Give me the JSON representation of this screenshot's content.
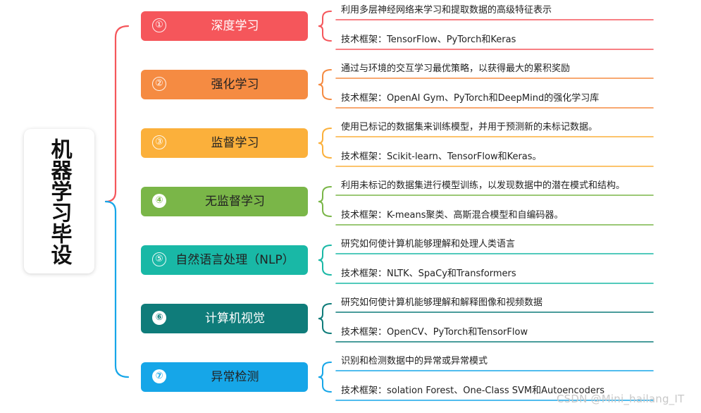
{
  "root": {
    "title": "机器学习毕设"
  },
  "branches": [
    {
      "num": "①",
      "label": "深度学习",
      "color": "#f5565b",
      "num_style": "outline",
      "text_dark": false,
      "details": [
        "利用多层神经网络来学习和提取数据的高级特征表示",
        "技术框架：TensorFlow、PyTorch和Keras"
      ]
    },
    {
      "num": "②",
      "label": "强化学习",
      "color": "#f58b42",
      "num_style": "outline",
      "text_dark": true,
      "details": [
        "通过与环境的交互学习最优策略，以获得最大的累积奖励",
        "技术框架：OpenAI Gym、PyTorch和DeepMind的强化学习库"
      ]
    },
    {
      "num": "③",
      "label": "监督学习",
      "color": "#fbb03b",
      "num_style": "outline",
      "text_dark": true,
      "details": [
        "使用已标记的数据集来训练模型，并用于预测新的未标记数据。",
        "技术框架：Scikit-learn、TensorFlow和Keras。"
      ]
    },
    {
      "num": "④",
      "label": "无监督学习",
      "color": "#7ab648",
      "num_style": "filled",
      "text_dark": true,
      "details": [
        "利用未标记的数据集进行模型训练，以发现数据中的潜在模式和结构。",
        "技术框架：K-means聚类、高斯混合模型和自编码器。"
      ]
    },
    {
      "num": "⑤",
      "label": "自然语言处理（NLP）",
      "color": "#19b8a6",
      "num_style": "outline",
      "text_dark": true,
      "details": [
        "研究如何使计算机能够理解和处理人类语言",
        "技术框架：NLTK、SpaCy和Transformers"
      ]
    },
    {
      "num": "⑥",
      "label": "计算机视觉",
      "color": "#0f7c7a",
      "num_style": "filled",
      "text_dark": false,
      "details": [
        "研究如何使计算机能够理解和解释图像和视频数据",
        "技术框架：OpenCV、PyTorch和TensorFlow"
      ]
    },
    {
      "num": "⑦",
      "label": "异常检测",
      "color": "#16a6e8",
      "num_style": "filled",
      "text_dark": true,
      "details": [
        "识别和检测数据中的异常或异常模式",
        "技术框架：solation Forest、One-Class SVM和Autoencoders"
      ]
    }
  ],
  "root_bracket_colors": {
    "upper": "#f5565b",
    "lower": "#16a6e8"
  },
  "watermark": "CSDN @Mini_hailang_IT"
}
